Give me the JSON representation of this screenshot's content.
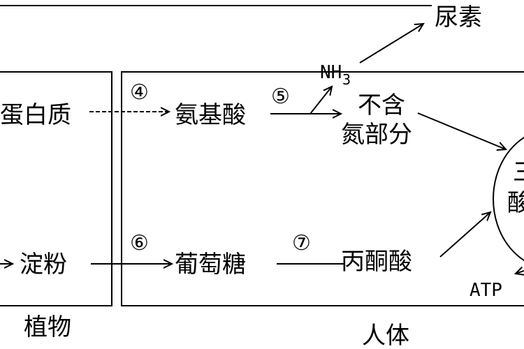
{
  "diagram": {
    "top_product": "尿素",
    "ammonia": {
      "base": "NH",
      "subscript": "3"
    },
    "plant_box": {
      "label": "植物",
      "protein": "蛋白质",
      "starch": "淀粉"
    },
    "human_box": {
      "label": "人体",
      "amino_acid": "氨基酸",
      "non_nitrogen_part": [
        "不含",
        "氮部分"
      ],
      "glucose": "葡萄糖",
      "pyruvate": "丙酮酸",
      "cycle_partial": [
        "三",
        "酸"
      ],
      "atp": "ATP"
    },
    "steps": {
      "s4": "④",
      "s5": "⑤",
      "s6": "⑥",
      "s7": "⑦"
    }
  }
}
